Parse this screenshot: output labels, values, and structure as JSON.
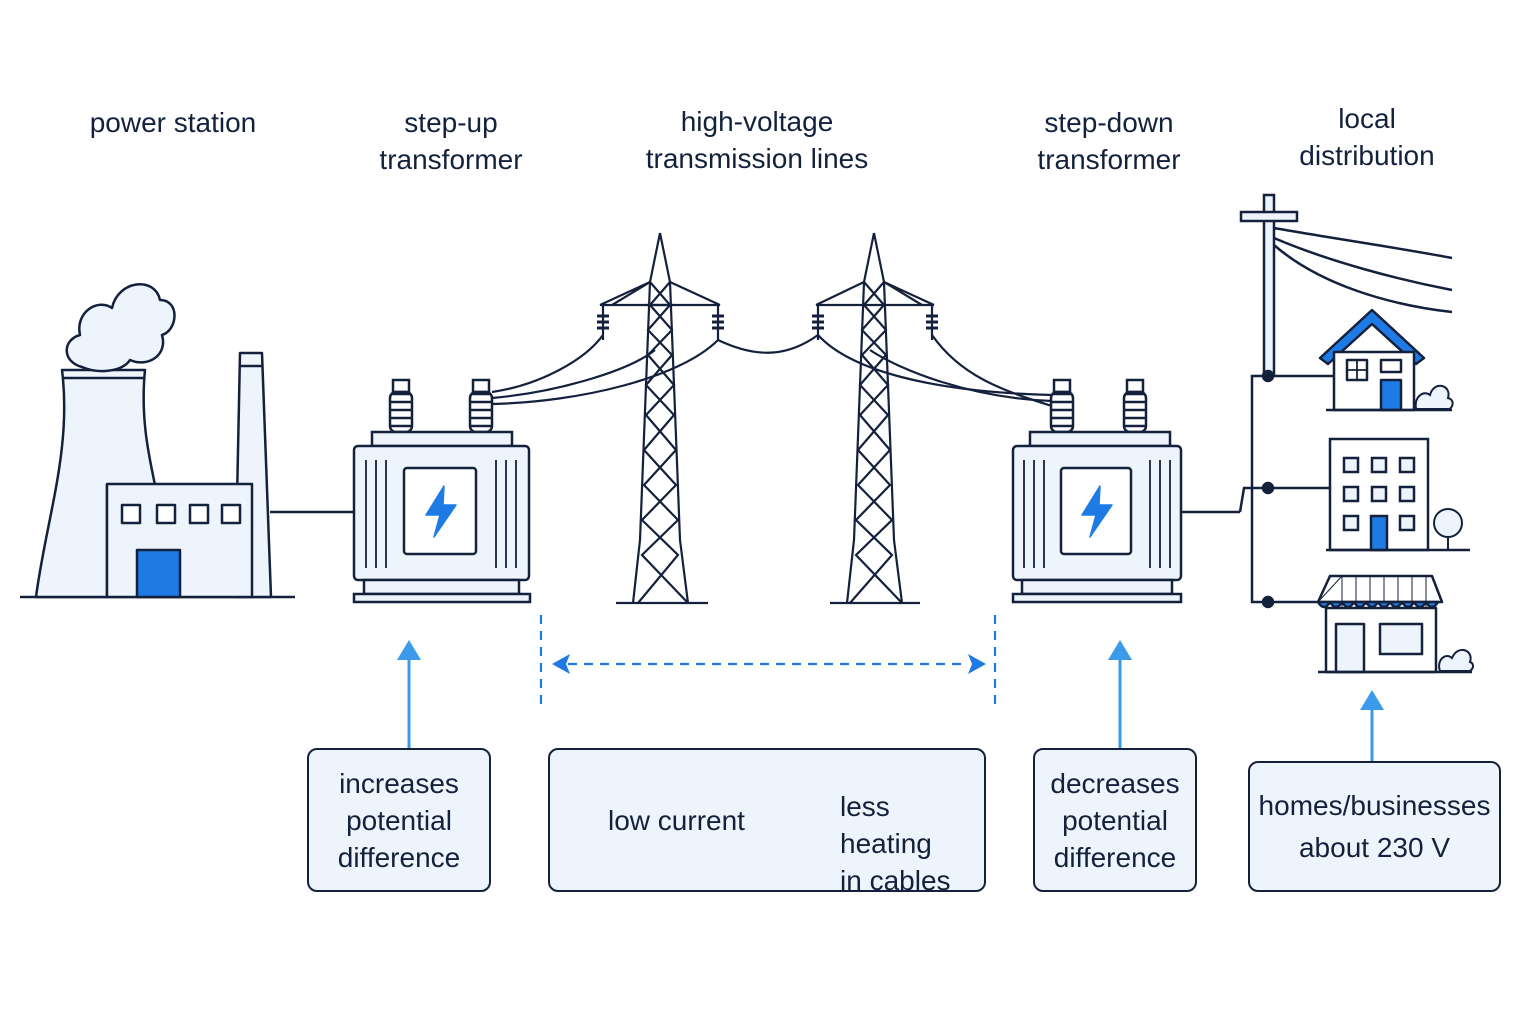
{
  "colors": {
    "ink": "#14213d",
    "accent": "#1e7be6",
    "fill": "#eef4fc",
    "arrow": "#3b9bea"
  },
  "stages": {
    "power_station": "power station",
    "step_up": "step-up\ntransformer",
    "transmission": "high-voltage\ntransmission lines",
    "step_down": "step-down\ntransformer",
    "local": "local\ndistribution"
  },
  "boxes": {
    "step_up": "increases\npotential\ndifference",
    "low_current": "low current",
    "less_heating": "less heating\nin cables",
    "step_down": "decreases\npotential\ndifference",
    "homes": "homes/businesses\nabout 230 V"
  },
  "icons": [
    "factory-icon",
    "cooling-tower-icon",
    "transformer-icon",
    "lightning-icon",
    "pylon-icon",
    "utility-pole-icon",
    "house-icon",
    "office-building-icon",
    "shop-icon",
    "tree-icon",
    "down-arrow-icon",
    "thermometer-icon"
  ]
}
